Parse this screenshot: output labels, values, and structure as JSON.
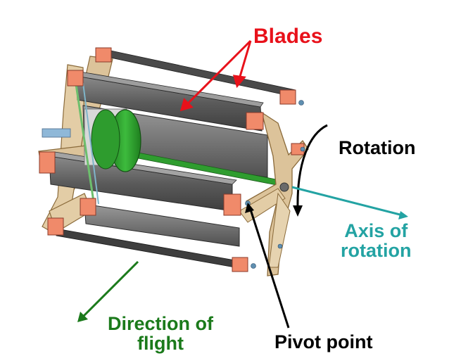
{
  "labels": {
    "blades": "Blades",
    "rotation": "Rotation",
    "axis_line1": "Axis of",
    "axis_line2": "rotation",
    "flight_line1": "Direction of",
    "flight_line2": "flight",
    "pivot": "Pivot point"
  },
  "colors": {
    "blades_label": "#e8111a",
    "rotation_label": "#000000",
    "axis_label": "#23a3a3",
    "flight_label": "#1b7a1b",
    "pivot_label": "#000000",
    "frame_wood": "#dcc39a",
    "blade_grey": "#5b5b5b",
    "clamp_orange": "#f08a6a",
    "motor_green": "#2f9d2f"
  }
}
